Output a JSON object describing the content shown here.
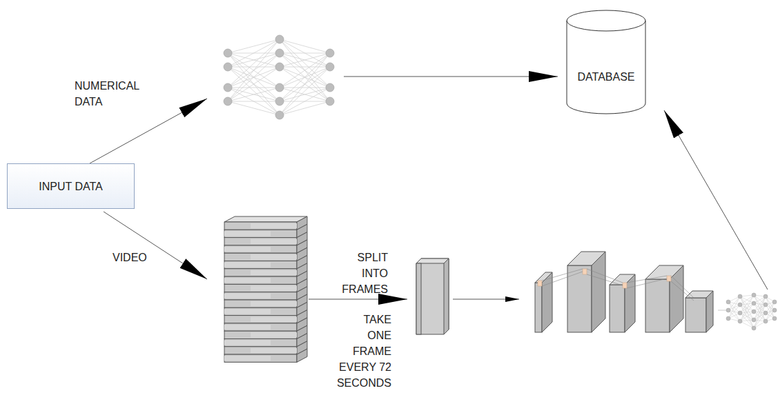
{
  "diagram": {
    "nodes": [
      {
        "text": [
          "INPUT DATA"
        ]
      },
      {
        "text": [
          "DATABASE"
        ]
      }
    ],
    "labels": [
      "NUMERICAL DATA",
      "VIDEO",
      "SPLIT INTO FRAMES",
      "TAKE ONE FRAME EVERY 72 SECONDS"
    ]
  }
}
